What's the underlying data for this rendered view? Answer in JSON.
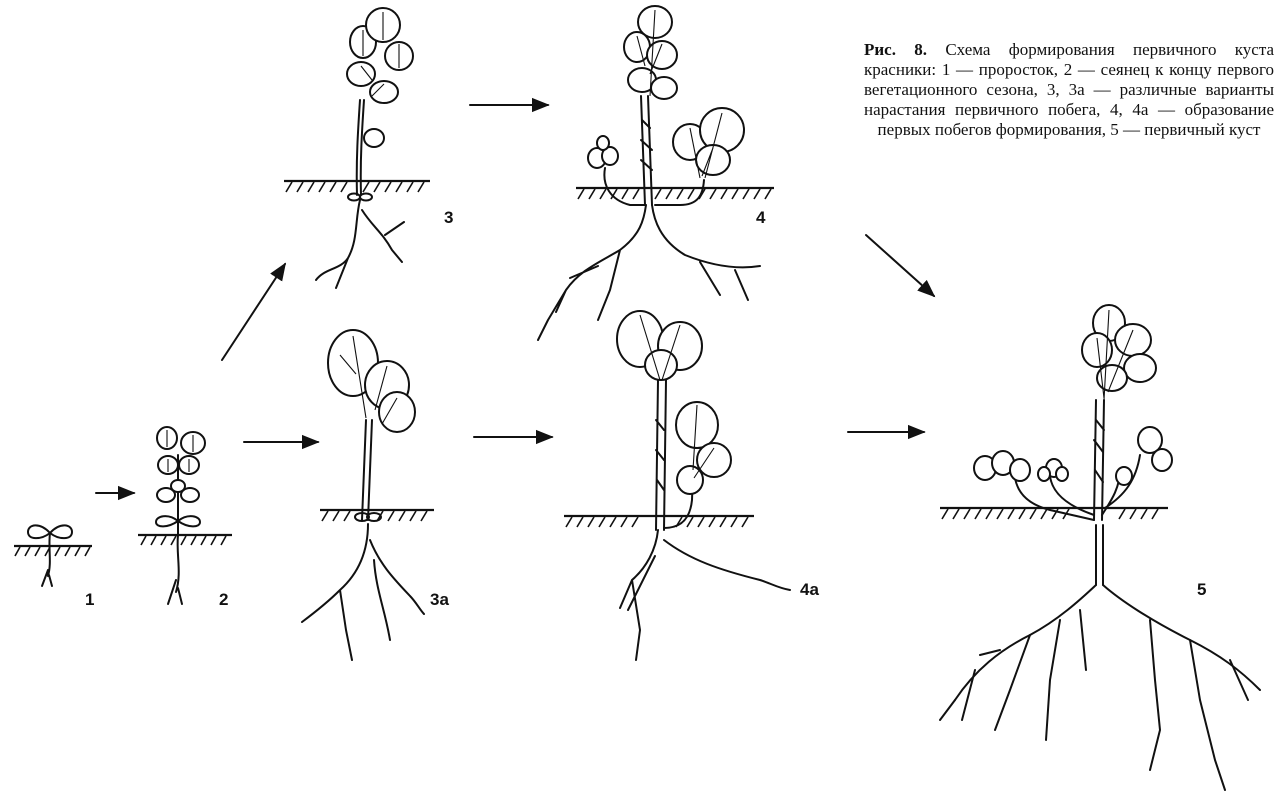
{
  "caption": {
    "fig_label": "Рис. 8.",
    "text": "Схема формирования первичного куста красники: 1 — проросток, 2 — сеянец к концу первого вегетационного сезона, 3, 3а — различные варианты нарастания первичного побега, 4, 4а — образование первых побегов формирования, 5 — первичный куст"
  },
  "stages": {
    "s1": "1",
    "s2": "2",
    "s3": "3",
    "s3a": "3а",
    "s4": "4",
    "s4a": "4а",
    "s5": "5"
  },
  "colors": {
    "ink": "#111111",
    "paper": "#ffffff"
  }
}
